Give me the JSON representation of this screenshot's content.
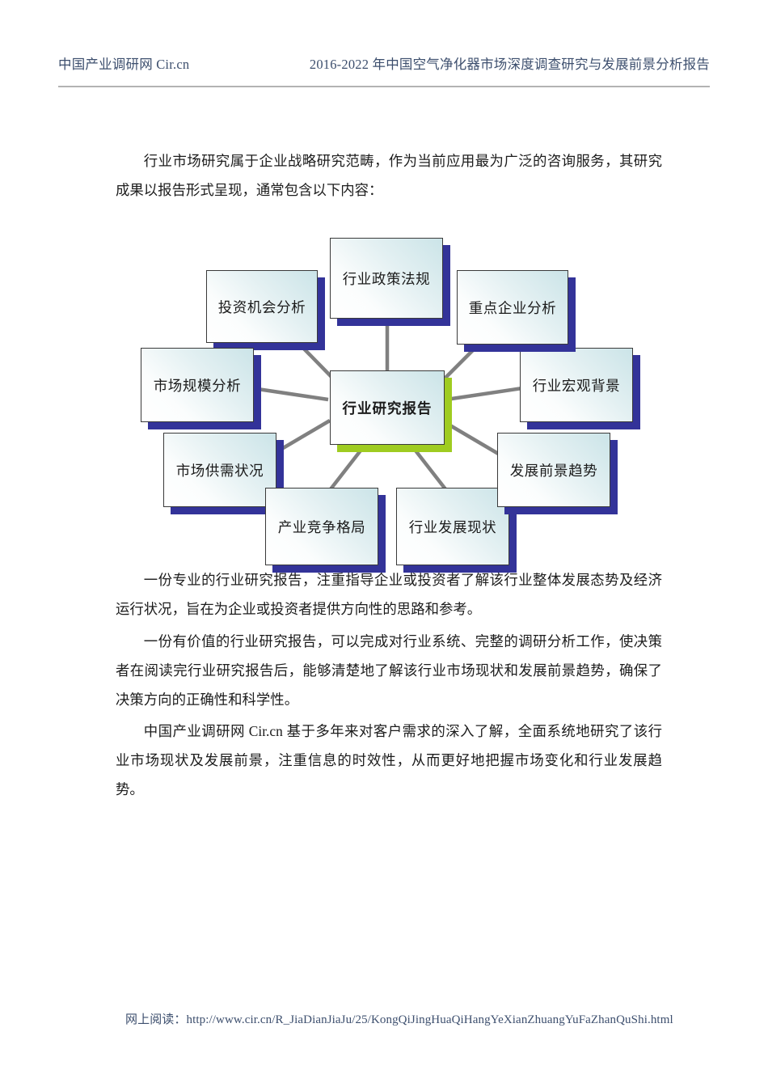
{
  "header": {
    "left_text": "中国产业调研网 Cir.cn",
    "right_text": "2016-2022 年中国空气净化器市场深度调查研究与发展前景分析报告"
  },
  "content": {
    "intro_paragraph": "行业市场研究属于企业战略研究范畴，作为当前应用最为广泛的咨询服务，其研究成果以报告形式呈现，通常包含以下内容：",
    "paragraph_1": "一份专业的行业研究报告，注重指导企业或投资者了解该行业整体发展态势及经济运行状况，旨在为企业或投资者提供方向性的思路和参考。",
    "paragraph_2": "一份有价值的行业研究报告，可以完成对行业系统、完整的调研分析工作，使决策者在阅读完行业研究报告后，能够清楚地了解该行业市场现状和发展前景趋势，确保了决策方向的正确性和科学性。",
    "paragraph_3": "中国产业调研网 Cir.cn 基于多年来对客户需求的深入了解，全面系统地研究了该行业市场现状及发展前景，注重信息的时效性，从而更好地把握市场变化和行业发展趋势。"
  },
  "diagram": {
    "center": {
      "label": "行业研究报告",
      "accent_color": "#9fcc21"
    },
    "shadow_color": "#333399",
    "connector_color": "#808080",
    "nodes": [
      {
        "id": "policy",
        "label": "行业政策法规"
      },
      {
        "id": "investment",
        "label": "投资机会分析"
      },
      {
        "id": "keyfirms",
        "label": "重点企业分析"
      },
      {
        "id": "macro",
        "label": "行业宏观背景"
      },
      {
        "id": "marketsize",
        "label": "市场规模分析"
      },
      {
        "id": "supply",
        "label": "市场供需状况"
      },
      {
        "id": "trend",
        "label": "发展前景趋势"
      },
      {
        "id": "compete",
        "label": "产业竞争格局"
      },
      {
        "id": "status",
        "label": "行业发展现状"
      }
    ]
  },
  "footer": {
    "label": "网上阅读：",
    "url": "http://www.cir.cn/R_JiaDianJiaJu/25/KongQiJingHuaQiHangYeXianZhuangYuFaZhanQuShi.html"
  }
}
